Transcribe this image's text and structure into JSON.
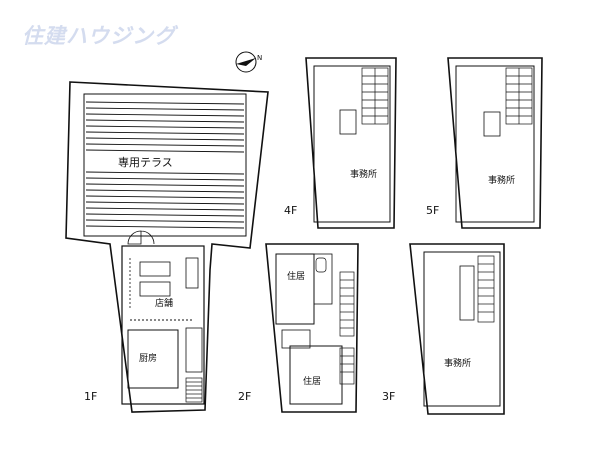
{
  "brand": {
    "logo_text": "住建ハウジング",
    "logo_color": "#d4dcef"
  },
  "compass": {
    "label": "N"
  },
  "floors": {
    "f1": {
      "level_label": "1F",
      "rooms": {
        "terrace": "専用テラス",
        "shop": "店舗",
        "kitchen": "厨房"
      }
    },
    "f2": {
      "level_label": "2F",
      "rooms": {
        "residence_upper": "住居",
        "residence_lower": "住居"
      }
    },
    "f3": {
      "level_label": "3F",
      "rooms": {
        "office": "事務所"
      }
    },
    "f4": {
      "level_label": "4F",
      "rooms": {
        "office": "事務所"
      }
    },
    "f5": {
      "level_label": "5F",
      "rooms": {
        "office": "事務所"
      }
    }
  },
  "colors": {
    "line": "#111111",
    "background": "#ffffff"
  }
}
